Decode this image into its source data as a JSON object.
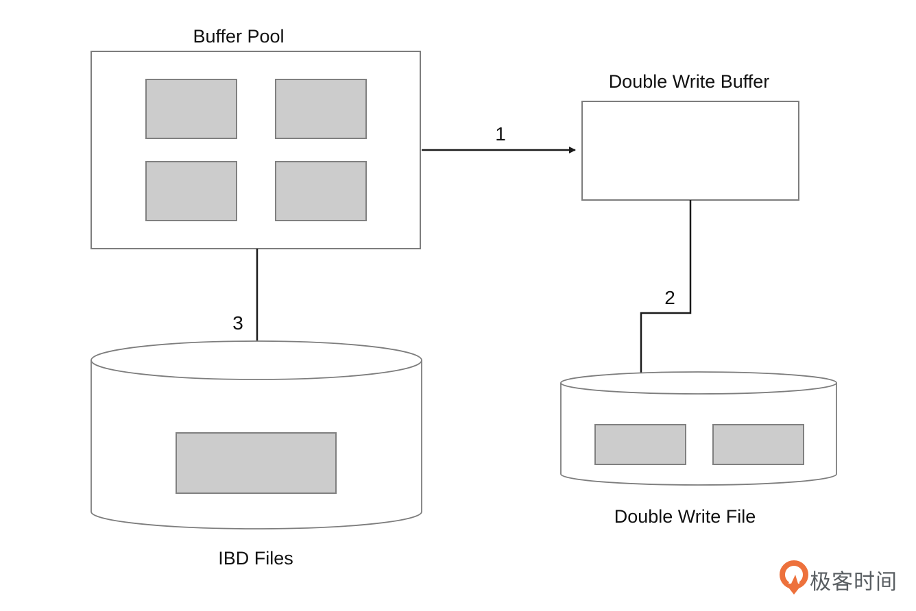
{
  "diagram": {
    "buffer_pool": {
      "label": "Buffer Pool",
      "page_count": 4
    },
    "double_write_buffer": {
      "label": "Double Write Buffer"
    },
    "ibd_files": {
      "label": "IBD Files",
      "page_count": 1
    },
    "double_write_file": {
      "label": "Double Write File",
      "page_count": 2
    },
    "steps": {
      "step1": "1",
      "step2": "2",
      "step3": "3"
    }
  },
  "watermark": {
    "brand": "极客时间"
  },
  "colors": {
    "page_fill": "#cccccc",
    "page_border": "#808080",
    "shape_border": "#7d7d7d",
    "arrow": "#1a1a1a",
    "brand_orange": "#ed713c",
    "brand_text": "#595e62"
  }
}
